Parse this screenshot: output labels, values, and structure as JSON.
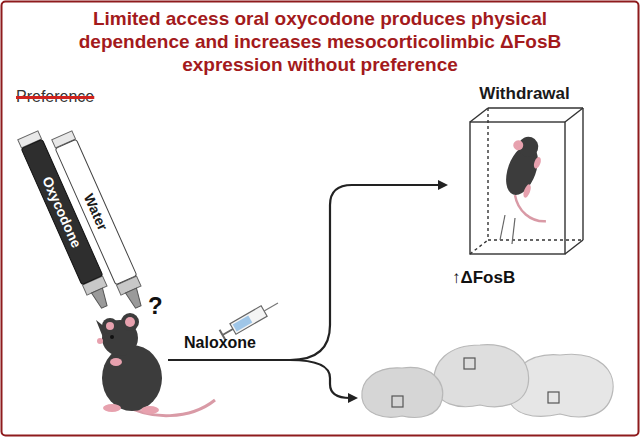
{
  "diagram": {
    "title": "Limited access oral oxycodone produces physical dependence and increases mesocorticolimbic ΔFosB expression without preference",
    "nodes": [
      {
        "text": [
          "Oxycodone"
        ]
      },
      {
        "text": [
          "Water"
        ]
      },
      {
        "text": [
          "Withdrawal"
        ]
      }
    ],
    "labels": [
      "Preference",
      "?",
      "Naloxone",
      "↑ΔFosB"
    ]
  }
}
